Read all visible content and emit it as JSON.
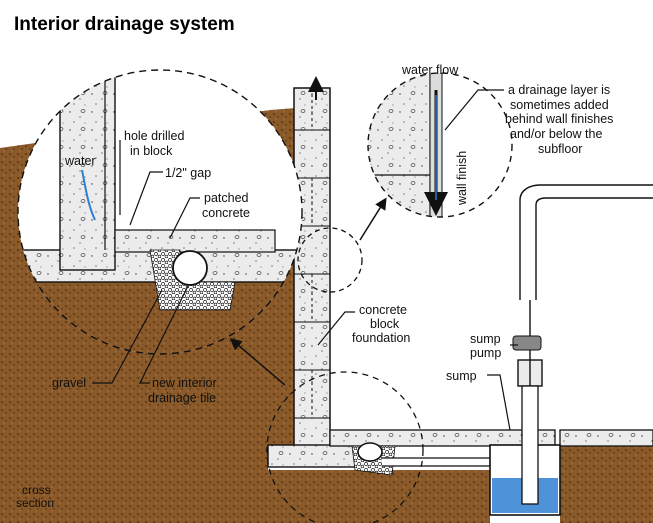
{
  "title": "Interior drainage system",
  "corner_label": [
    "cross",
    "section"
  ],
  "labels": {
    "water": "water",
    "hole_drilled": [
      "hole drilled",
      "in block"
    ],
    "gap": "1/2\" gap",
    "patched_concrete": [
      "patched",
      "concrete"
    ],
    "gravel": "gravel",
    "new_tile": [
      "new interior",
      "drainage tile"
    ],
    "water_flow": "water flow",
    "drainage_layer": [
      "a drainage layer is",
      "sometimes  added",
      "behind wall finishes",
      "and/or below the",
      "subfloor"
    ],
    "wall_finish": "wall finish",
    "block_foundation": [
      "concrete",
      "block",
      "foundation"
    ],
    "sump_pump": [
      "sump",
      "pump"
    ],
    "sump": "sump"
  },
  "colors": {
    "soil": "#8b5a2b",
    "soil_dark": "#5a3514",
    "concrete": "#ececec",
    "outline": "#111111",
    "water": "#2f7fd0"
  }
}
